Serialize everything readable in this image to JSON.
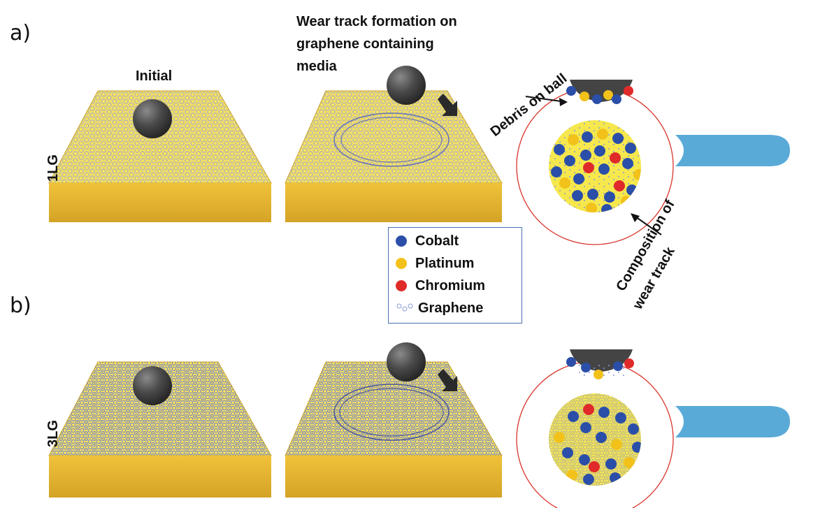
{
  "panels": {
    "a": {
      "letter": "a)",
      "layer": "1LG"
    },
    "b": {
      "letter": "b)",
      "layer": "3LG"
    }
  },
  "labels": {
    "initial": "Initial",
    "wear_line1": "Wear track formation on",
    "wear_line2": "graphene containing",
    "wear_line3": "media",
    "debris": "Debris on ball",
    "composition_line1": "Composition of",
    "composition_line2": "wear track"
  },
  "legend": {
    "items": [
      {
        "label": "Cobalt",
        "color": "#2b4fa8"
      },
      {
        "label": "Platinum",
        "color": "#f2c21b"
      },
      {
        "label": "Chromium",
        "color": "#e02a2a"
      },
      {
        "label": "Graphene",
        "color": "#8a9ad6"
      }
    ]
  },
  "colors": {
    "gold_top": "#f3e06a",
    "gold_front": "#e2b62f",
    "gold_side": "#c99a1f",
    "ball": "#4a4a4a",
    "probe": "#5aaad8",
    "circle_outline": "#d9342b"
  }
}
